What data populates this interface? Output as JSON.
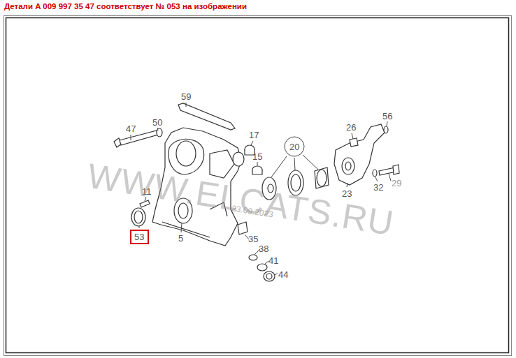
{
  "diagram": {
    "title": "Детали A 009 997 35 47 соответствует № 053 на изображении",
    "nodes": [
      {
        "text": [
          "20"
        ]
      },
      {
        "text": [
          "53"
        ]
      }
    ],
    "labels": [
      "59",
      "47",
      "50",
      "17",
      "15",
      "26",
      "56",
      "11",
      "5",
      "35",
      "38",
      "41",
      "44",
      "23",
      "32",
      "29",
      "WWW.ELCATS.RU",
      "23.09.2023"
    ]
  }
}
